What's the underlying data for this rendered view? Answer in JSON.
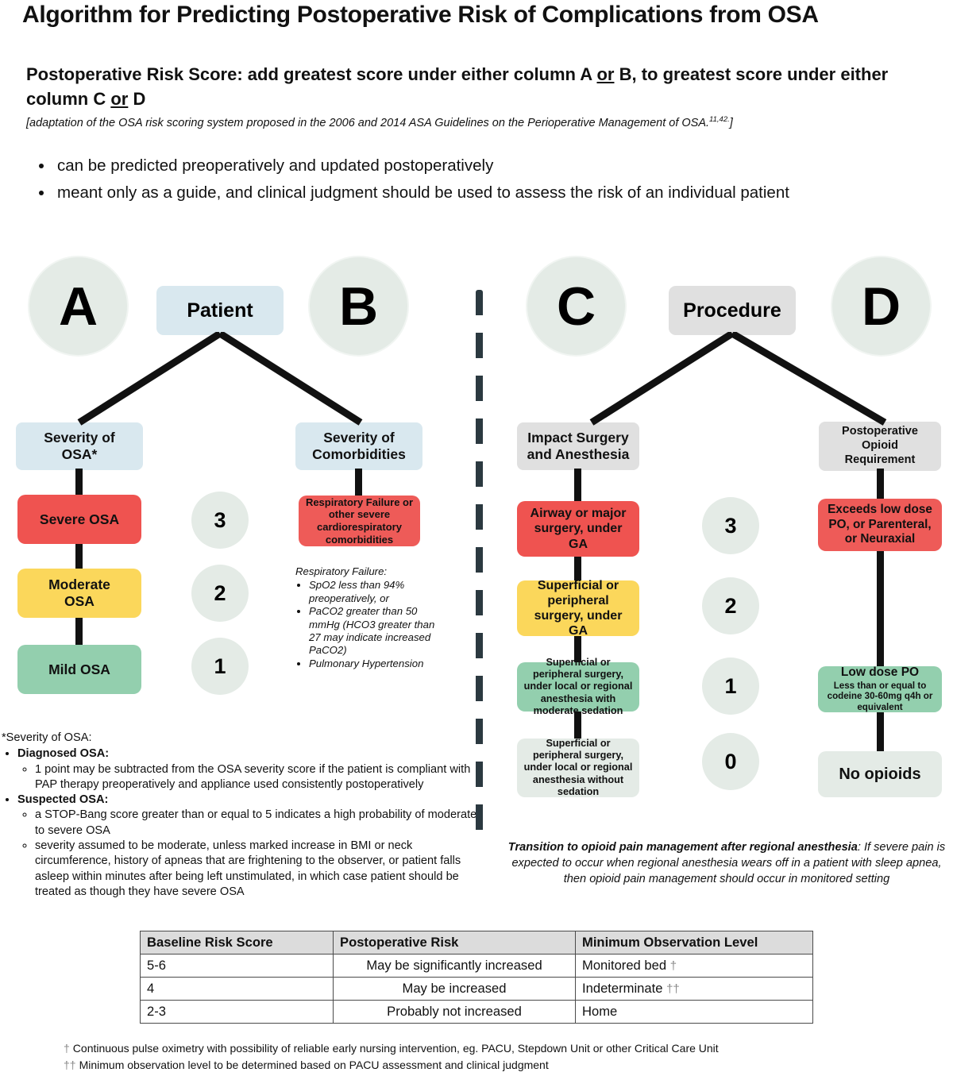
{
  "title": "Algorithm for Predicting Postoperative Risk of Complications from OSA",
  "subtitle": {
    "part1": "Postoperative Risk Score: add greatest score under either column A ",
    "or1": "or",
    "part2": " B, to greatest score under either column C ",
    "or2": "or",
    "part3": " D"
  },
  "adaptation": {
    "text": "[adaptation of the OSA risk scoring system proposed in the 2006 and 2014 ASA Guidelines on the Perioperative Management of OSA.",
    "refs": "11,42.",
    "close": "]"
  },
  "bullets": [
    "can be predicted preoperatively and updated postoperatively",
    "meant only as a guide, and clinical judgment should be used to assess the risk of an individual patient"
  ],
  "diagram": {
    "letters": {
      "a": "A",
      "b": "B",
      "c": "C",
      "d": "D"
    },
    "groups": {
      "patient": "Patient",
      "procedure": "Procedure"
    },
    "subheads": {
      "a": "Severity of\nOSA*",
      "b": "Severity of\nComorbidities",
      "c": "Impact Surgery\nand Anesthesia",
      "d": "Postoperative\nOpioid\nRequirement"
    },
    "column_a": [
      {
        "label": "Severe OSA",
        "color": "#ef5350",
        "score": "3"
      },
      {
        "label": "Moderate\nOSA",
        "color": "#fbd75b",
        "score": "2"
      },
      {
        "label": "Mild OSA",
        "color": "#93cfae",
        "score": "1"
      }
    ],
    "column_b": [
      {
        "label": "Respiratory Failure or other severe cardiorespiratory comorbidities",
        "color": "#ee5b58"
      }
    ],
    "column_c": [
      {
        "label": "Airway or major surgery, under GA",
        "color": "#ef5350",
        "score": "3"
      },
      {
        "label": "Superficial or peripheral surgery, under GA",
        "color": "#fbd75b",
        "score": "2"
      },
      {
        "label": "Superficial or peripheral surgery, under local or regional anesthesia with moderate sedation",
        "color": "#93cfae",
        "score": "1"
      },
      {
        "label": "Superficial or peripheral surgery, under local or regional anesthesia without sedation",
        "color": "#e4ebe6",
        "score": "0"
      }
    ],
    "column_d": [
      {
        "label": "Exceeds low dose PO, or Parenteral, or Neuraxial",
        "color": "#ee5b58"
      },
      {
        "label": "Low dose PO",
        "sublabel": "Less than or equal to codeine 30-60mg q4h or equivalent",
        "color": "#93cfae"
      },
      {
        "label": "No opioids",
        "color": "#e4ebe6"
      }
    ]
  },
  "respiratory_note": {
    "lead": "Respiratory Failure:",
    "items": [
      "SpO2 less than 94% preoperatively, or",
      "PaCO2 greater than 50 mmHg (HCO3 greater than 27 may indicate increased PaCO2)",
      "Pulmonary Hypertension"
    ]
  },
  "osa_note": {
    "lead": "*Severity of OSA:",
    "sections": [
      {
        "heading": "Diagnosed OSA:",
        "items": [
          "1 point may be subtracted from the OSA severity score if the patient is compliant with PAP therapy preoperatively and appliance used consistently postoperatively"
        ]
      },
      {
        "heading": "Suspected OSA:",
        "items": [
          "a STOP-Bang score greater than or equal to 5 indicates a high probability of moderate to severe OSA",
          "severity assumed to be moderate, unless marked increase in BMI or neck circumference, history of apneas that are frightening to the observer, or patient falls asleep within minutes after being left unstimulated, in which case patient should be treated as though they have severe OSA"
        ]
      }
    ]
  },
  "transition_note": {
    "bold": "Transition to opioid pain management after regional anesthesia",
    "rest": ": If severe pain is expected to occur when regional anesthesia wears off in a patient with sleep apnea, then opioid pain management should occur in  monitored setting"
  },
  "table": {
    "headers": [
      "Baseline Risk Score",
      "Postoperative Risk",
      "Minimum Observation Level"
    ],
    "rows": [
      {
        "score": "5-6",
        "risk": "May be significantly increased",
        "obs": "Monitored bed",
        "dagger": "†"
      },
      {
        "score": "4",
        "risk": "May be increased",
        "obs": "Indeterminate",
        "dagger": "††"
      },
      {
        "score": "2-3",
        "risk": "Probably not increased",
        "obs": "Home",
        "dagger": ""
      }
    ]
  },
  "footnotes": [
    {
      "marker": "†",
      "text": "Continuous pulse oximetry with possibility of reliable early nursing intervention, eg. PACU, Stepdown Unit or other Critical Care Unit"
    },
    {
      "marker": "††",
      "text": "Minimum observation level to be determined based on PACU assessment and clinical judgment"
    }
  ],
  "colors": {
    "red": "#ef5350",
    "yellow": "#fbd75b",
    "green": "#93cfae",
    "pale": "#e4ebe6",
    "blue_chip": "#d9e8ef",
    "grey_chip": "#e0e0e0",
    "divider": "#2b3940"
  }
}
